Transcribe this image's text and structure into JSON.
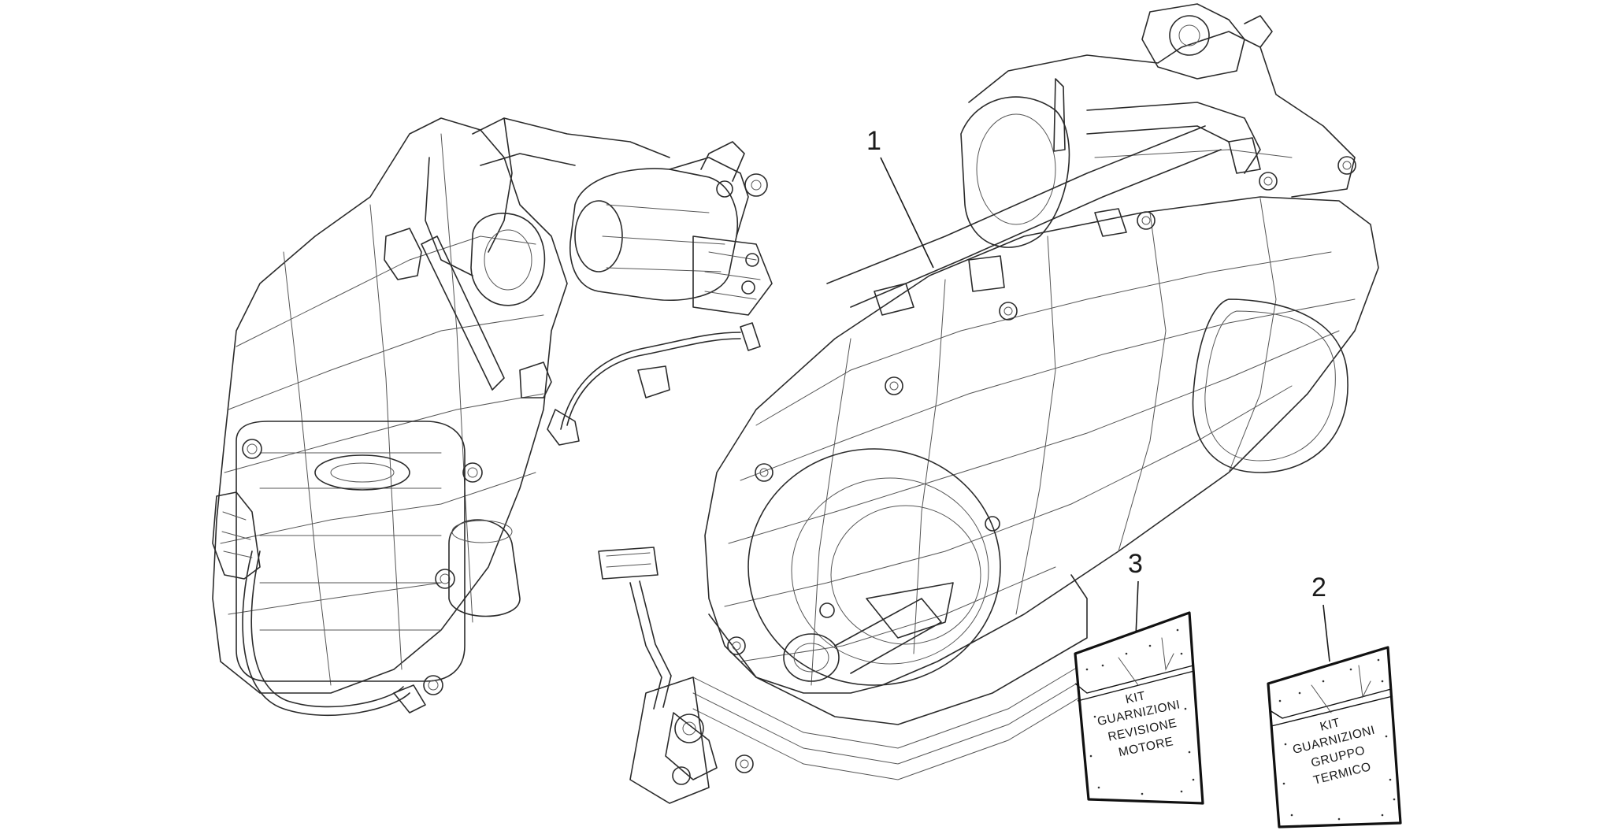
{
  "diagram": {
    "callouts": [
      {
        "id": "1",
        "label": "1"
      },
      {
        "id": "2",
        "label": "2"
      },
      {
        "id": "3",
        "label": "3"
      }
    ],
    "kits": [
      {
        "id": "kit-3",
        "lines": [
          "KIT",
          "GUARNIZIONI",
          "REVISIONE",
          "MOTORE"
        ]
      },
      {
        "id": "kit-2",
        "lines": [
          "KIT",
          "GUARNIZIONI",
          "GRUPPO",
          "TERMICO"
        ]
      }
    ]
  }
}
